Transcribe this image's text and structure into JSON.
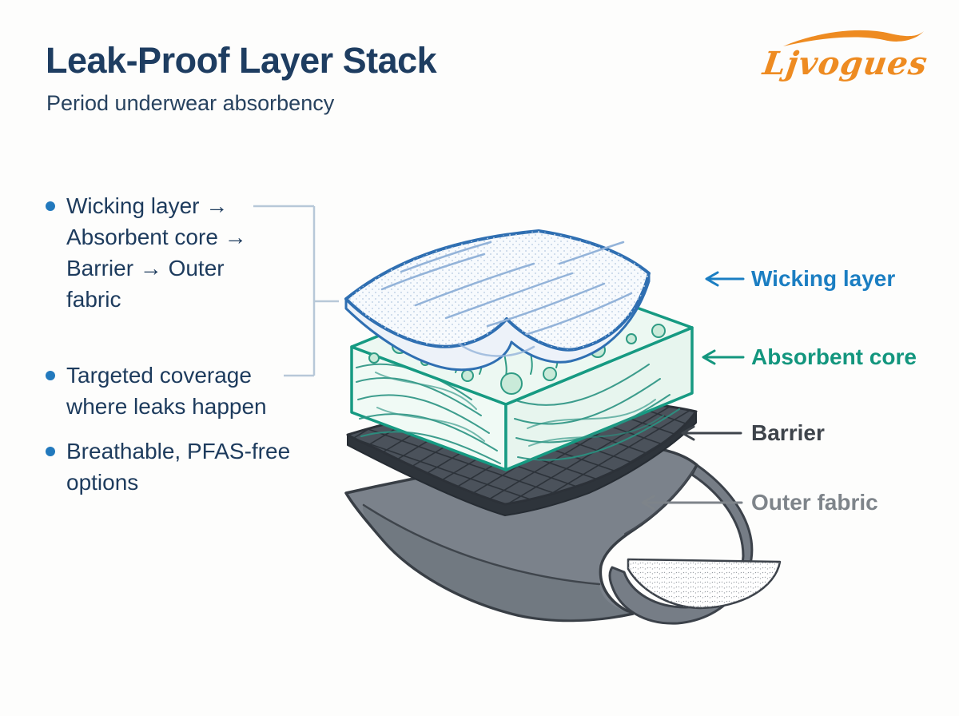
{
  "header": {
    "title": "Leak-Proof Layer Stack",
    "subtitle": "Period underwear absorbency",
    "brand": "Ljvogues"
  },
  "bullets": [
    {
      "text": "Wicking layer →\nAbsorbent core →\nBarrier → Outer\nfabric"
    },
    {
      "text": "Targeted coverage\nwhere leaks happen"
    },
    {
      "text": "Breathable, PFAS-free\noptions"
    }
  ],
  "layer_labels": [
    {
      "id": "wicking",
      "text": "Wicking layer",
      "color": "#1b7ec2"
    },
    {
      "id": "absorbent-core",
      "text": "Absorbent core",
      "color": "#13967e"
    },
    {
      "id": "barrier",
      "text": "Barrier",
      "color": "#3e444b"
    },
    {
      "id": "outer-fabric",
      "text": "Outer fabric",
      "color": "#7e848a"
    }
  ],
  "palette": {
    "background": "#fdfdfc",
    "title_color": "#1e3d61",
    "body_text": "#1d3b5d",
    "bullet_dot": "#2279bd",
    "brand_orange": "#ee8b21",
    "bracket_line": "#b7c8d8",
    "wicking_stroke": "#2f6fb2",
    "core_stroke": "#169a82",
    "barrier_fill": "#4b525b",
    "outer_fabric_fill": "#7b828b"
  }
}
